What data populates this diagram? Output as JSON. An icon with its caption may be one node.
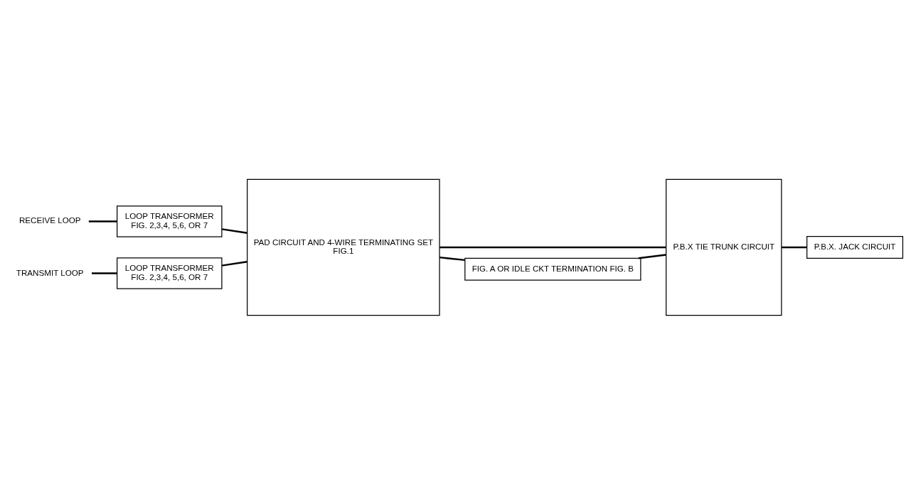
{
  "diagram": {
    "nodes": [
      {
        "text": [
          "RECEIVE LOOP"
        ]
      },
      {
        "text": [
          "TRANSMIT LOOP"
        ]
      },
      {
        "text": [
          "LOOP TRANSFORMER",
          "FIG. 2,3,4, 5,6, OR 7"
        ]
      },
      {
        "text": [
          "LOOP TRANSFORMER",
          "FIG. 2,3,4, 5,6, OR 7"
        ]
      },
      {
        "text": [
          "PAD CIRCUIT AND 4-WIRE TERMINATING SET",
          "FIG.1"
        ]
      },
      {
        "text": [
          "P.B.X TIE TRUNK CIRCUIT"
        ]
      },
      {
        "text": [
          "P.B.X. JACK CIRCUIT"
        ]
      },
      {
        "text": [
          "FIG. A OR IDLE CKT TERMINATION FIG. B"
        ]
      }
    ],
    "edges": [
      {
        "from": 0,
        "to": 2,
        "arrow": "none"
      },
      {
        "from": 1,
        "to": 3,
        "arrow": "none"
      },
      {
        "from": 2,
        "to": 4,
        "arrow": "none"
      },
      {
        "from": 3,
        "to": 4,
        "arrow": "none"
      },
      {
        "from": 4,
        "to": 5,
        "arrow": "none"
      },
      {
        "from": 5,
        "to": 6,
        "arrow": "none"
      },
      {
        "from": 4,
        "to": 7,
        "arrow": "none"
      },
      {
        "from": 7,
        "to": 5,
        "arrow": "none"
      }
    ]
  }
}
